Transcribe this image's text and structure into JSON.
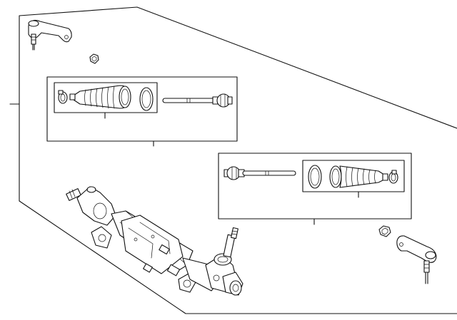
{
  "diagram": {
    "type": "exploded-parts-diagram",
    "parts": [
      "left-outer-tie-rod-end",
      "left-jam-nut",
      "left-boot-kit-box",
      "left-inner-tie-rod",
      "right-inner-tie-rod",
      "right-boot-kit-box",
      "right-jam-nut",
      "right-outer-tie-rod-end",
      "steering-gear-rack-assembly"
    ],
    "line_color": "#111111",
    "background": "#ffffff"
  }
}
